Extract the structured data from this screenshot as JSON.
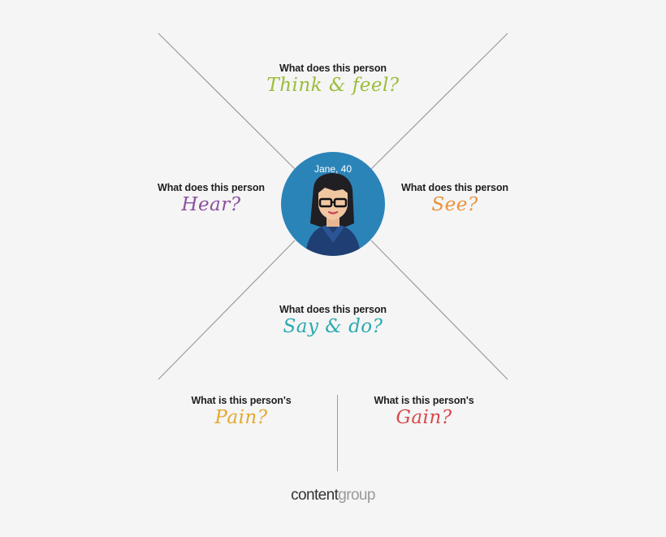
{
  "persona": {
    "name": "Jane, 40",
    "circle_color": "#2b84b8"
  },
  "quadrants": {
    "think": {
      "prompt": "What does this person",
      "label": "Think & feel?",
      "color": "#9bbd3a"
    },
    "hear": {
      "prompt": "What does this person",
      "label": "Hear?",
      "color": "#8b4f9f"
    },
    "see": {
      "prompt": "What does this person",
      "label": "See?",
      "color": "#e8923c"
    },
    "say": {
      "prompt": "What does this person",
      "label": "Say & do?",
      "color": "#2aaab1"
    },
    "pain": {
      "prompt": "What is this person's",
      "label": "Pain?",
      "color": "#e5a82e"
    },
    "gain": {
      "prompt": "What is this person's",
      "label": "Gain?",
      "color": "#d9474a"
    }
  },
  "logo": {
    "part1": "content",
    "part2": "group"
  }
}
